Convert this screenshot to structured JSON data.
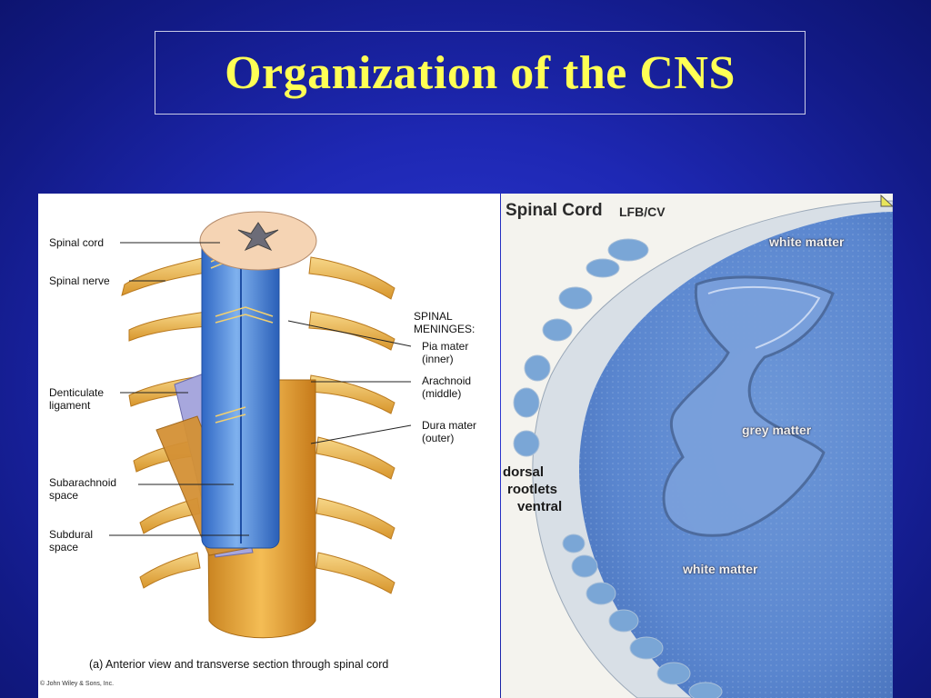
{
  "slide": {
    "title": "Organization of the CNS"
  },
  "illustration": {
    "labels": {
      "spinal_cord": "Spinal cord",
      "spinal_nerve": "Spinal nerve",
      "spinal_meninges": "SPINAL\nMENINGES:",
      "pia_mater": "Pia mater\n(inner)",
      "arachnoid": "Arachnoid\n(middle)",
      "dura_mater": "Dura mater\n(outer)",
      "denticulate_ligament": "Denticulate\nligament",
      "subarachnoid_space": "Subarachnoid\nspace",
      "subdural_space": "Subdural\nspace"
    },
    "caption": "(a) Anterior view and transverse section through spinal cord",
    "copyright": "© John Wiley & Sons, Inc."
  },
  "micrograph": {
    "title": "Spinal Cord",
    "subtitle": "LFB/CV",
    "labels": {
      "white_matter_top": "white matter",
      "grey_matter": "grey matter",
      "white_matter_bottom": "white matter",
      "dorsal": "dorsal",
      "rootlets": "rootlets",
      "ventral": "ventral"
    }
  },
  "colors": {
    "title": "#ffff55",
    "background": "#1e28b4",
    "cord_blue": "#4d86d8",
    "nerve_yellow": "#f0b94a",
    "stain_blue": "#5a86cf"
  }
}
